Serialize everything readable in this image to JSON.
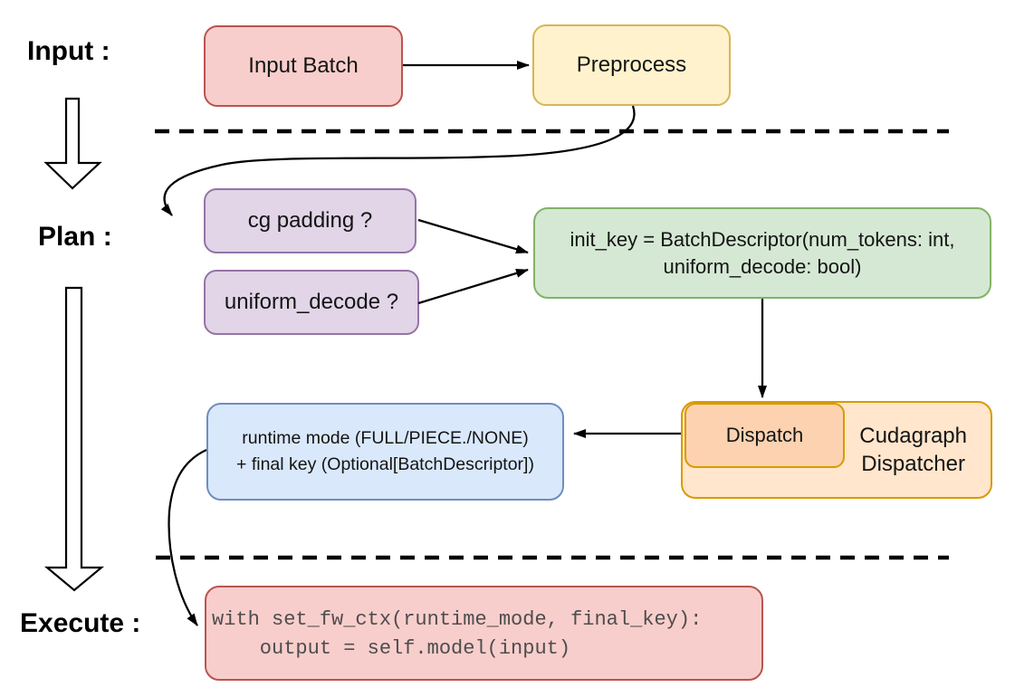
{
  "canvas": {
    "background": "#ffffff",
    "connector_color": "#000000"
  },
  "stages": {
    "input": "Input :",
    "plan": "Plan :",
    "execute": "Execute :"
  },
  "nodes": {
    "input_batch": {
      "label": "Input Batch",
      "fill": "#f8cecc",
      "stroke": "#b85450"
    },
    "preprocess": {
      "label": "Preprocess",
      "fill": "#fff2cc",
      "stroke": "#d6b656"
    },
    "cg_padding": {
      "label": "cg padding ?",
      "fill": "#e1d5e7",
      "stroke": "#9673a6"
    },
    "uniform_decode": {
      "label": "uniform_decode ?",
      "fill": "#e1d5e7",
      "stroke": "#9673a6"
    },
    "init_key": {
      "line1": "init_key = BatchDescriptor(num_tokens: int,",
      "line2": "uniform_decode: bool)",
      "fill": "#d5e8d4",
      "stroke": "#82b366"
    },
    "cudagraph_dispatcher": {
      "line1": "Cudagraph",
      "line2": "Dispatcher",
      "fill": "#ffe6cc",
      "stroke": "#d79b00"
    },
    "dispatch": {
      "label": "Dispatch",
      "fill": "#fcd2b1",
      "stroke": "#d79b00"
    },
    "runtime_mode": {
      "line1": "runtime mode (FULL/PIECE./NONE)",
      "line2": "+ final key (Optional[BatchDescriptor])",
      "fill": "#dae8fc",
      "stroke": "#6c8ebf"
    },
    "execute_code": {
      "line1": "with set_fw_ctx(runtime_mode, final_key):",
      "line2": "    output = self.model(input)",
      "fill": "#f8cecc",
      "stroke": "#b85450",
      "text_color": "#4d4d4d"
    }
  }
}
